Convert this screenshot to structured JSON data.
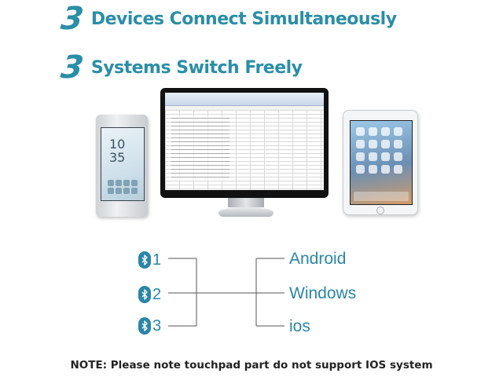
{
  "headlines": [
    {
      "number": "3",
      "text": "Devices Connect Simultaneously"
    },
    {
      "number": "3",
      "text": "Systems Switch Freely"
    }
  ],
  "devices": {
    "phone": {
      "clock_hour": "10",
      "clock_minute": "35"
    },
    "monitor": {},
    "tablet": {}
  },
  "bluetooth_channels": [
    {
      "icon": "bluetooth-icon",
      "number": "1"
    },
    {
      "icon": "bluetooth-icon",
      "number": "2"
    },
    {
      "icon": "bluetooth-icon",
      "number": "3"
    }
  ],
  "systems": [
    "Android",
    "Windows",
    "ios"
  ],
  "note": "NOTE: Please note touchpad part do not support IOS system",
  "colors": {
    "accent": "#2a86a8",
    "headline": "#2a8ea6",
    "note_text": "#222222"
  }
}
